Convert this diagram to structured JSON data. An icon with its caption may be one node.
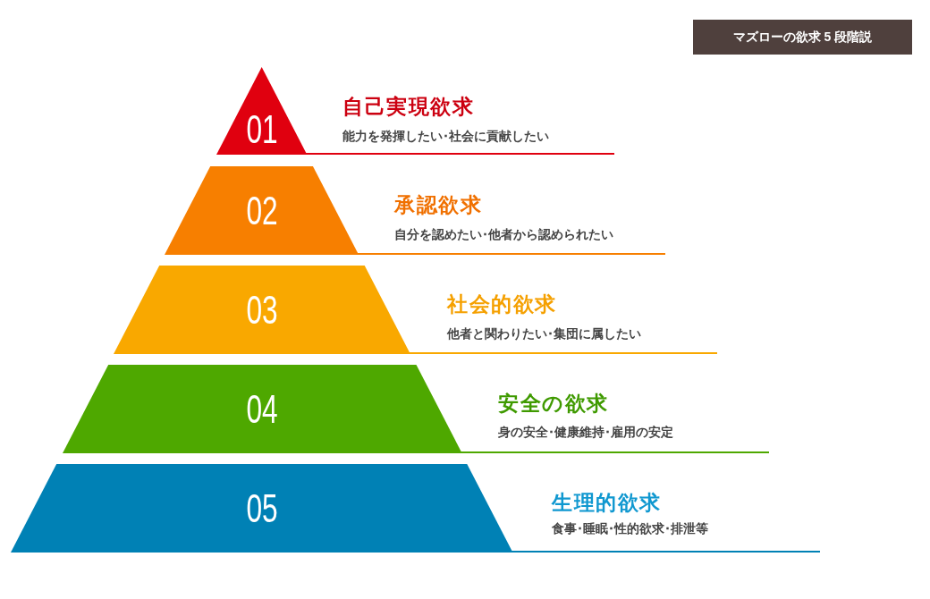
{
  "diagram": {
    "title": "マズローの欲求 5 段階説",
    "nodes": [
      {
        "text": [
          "01"
        ],
        "beside": [
          "自己実現欲求",
          "能力を発揮したい･社会に貢献したい"
        ]
      },
      {
        "text": [
          "02"
        ],
        "beside": [
          "承認欲求",
          "自分を認めたい･他者から認められたい"
        ]
      },
      {
        "text": [
          "03"
        ],
        "beside": [
          "社会的欲求",
          "他者と関わりたい･集団に属したい"
        ]
      },
      {
        "text": [
          "04"
        ],
        "beside": [
          "安全の欲求",
          "身の安全･健康維持･雇用の安定"
        ]
      },
      {
        "text": [
          "05"
        ],
        "beside": [
          "生理的欲求",
          "食事･睡眠･性的欲求･排泄等"
        ]
      }
    ]
  }
}
